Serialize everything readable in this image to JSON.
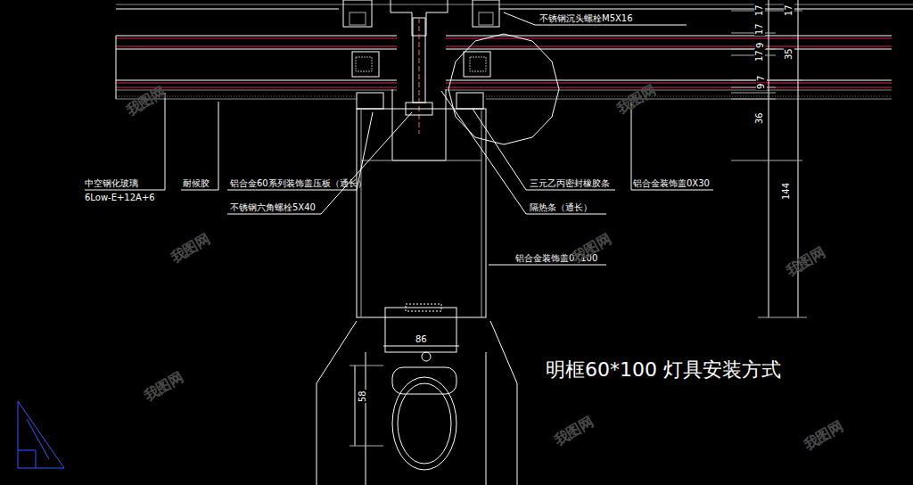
{
  "diagram": {
    "caption": "明框60*100 灯具安装方式",
    "labels": [
      "不锈钢沉头螺栓M5X16",
      "17",
      "17",
      "17",
      "9",
      "17",
      "7",
      "9",
      "35",
      "36",
      "144",
      "中空钢化玻璃",
      "6Low-E+12A+6",
      "耐候胶",
      "铝合金60系列装饰盖压板（通长）",
      "不锈钢六角螺栓5X40",
      "三元乙丙密封橡胶条",
      "隔热条（通长）",
      "铝合金装饰盖0X30",
      "铝合金装饰盖0X100",
      "86",
      "58",
      "我图网",
      "我图网",
      "我图网",
      "我图网",
      "我图网",
      "我图网",
      "我图网",
      "我图网"
    ]
  }
}
